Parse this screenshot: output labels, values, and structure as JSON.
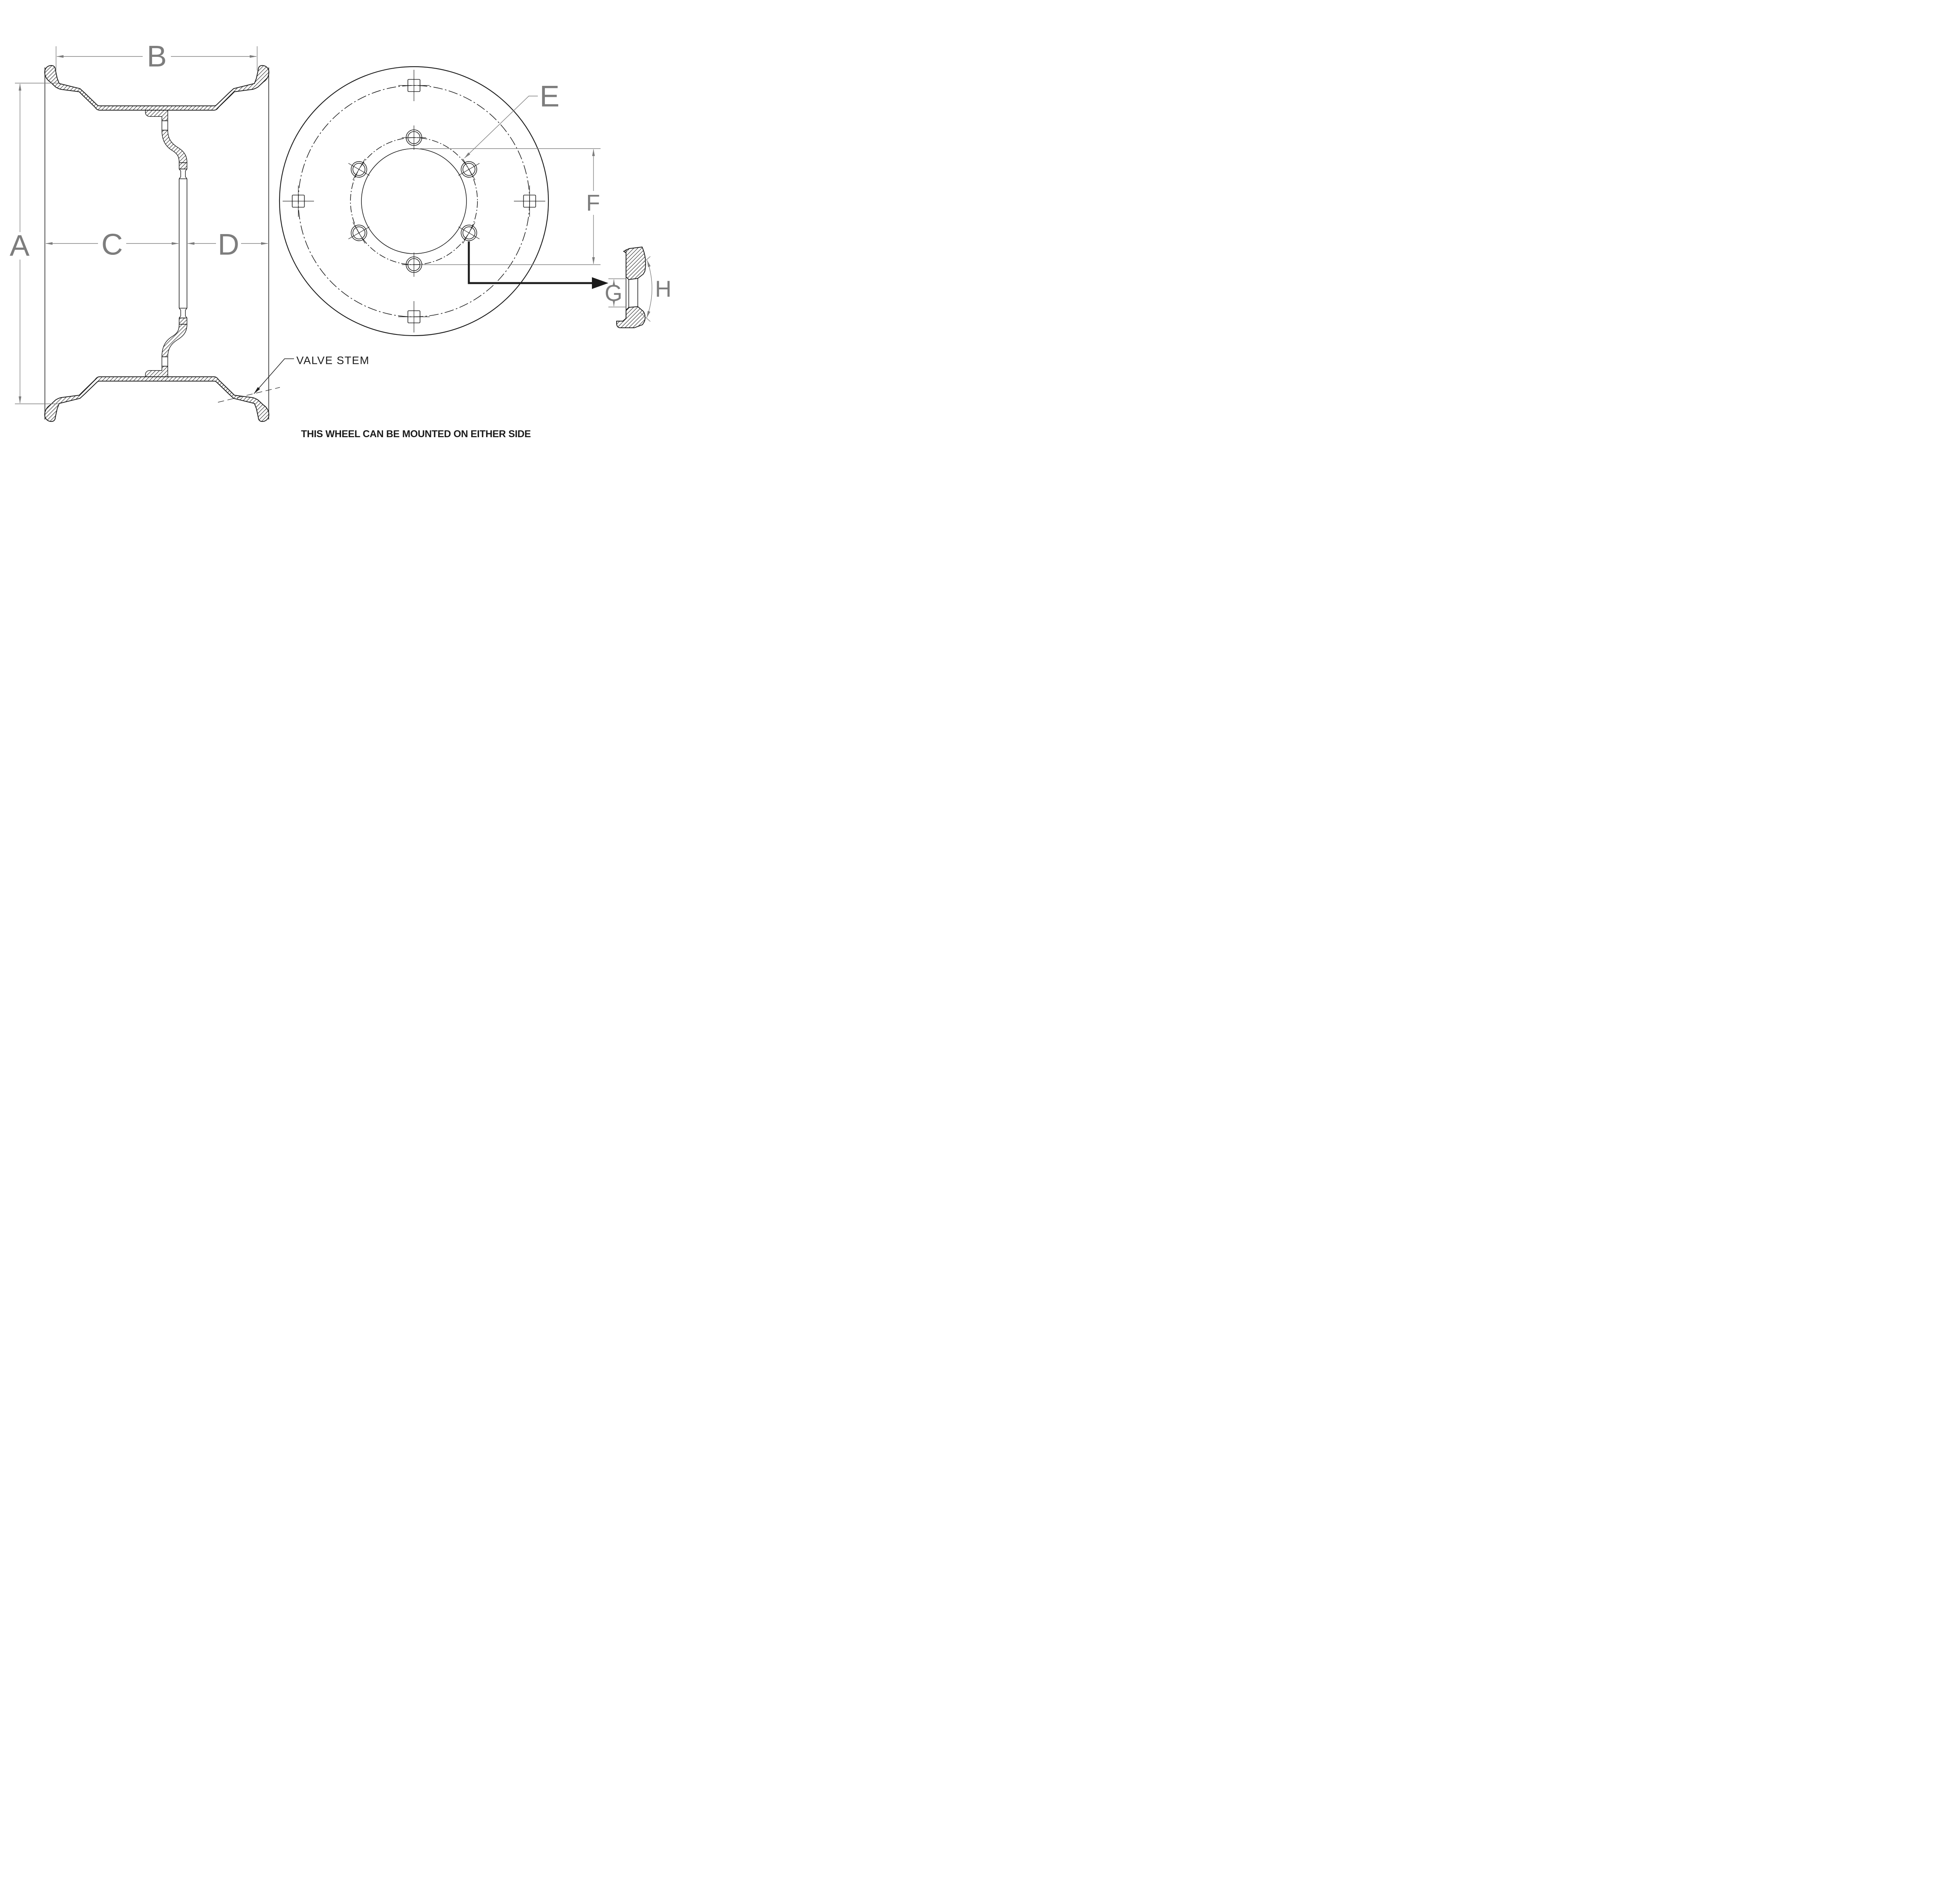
{
  "drawing": {
    "dimension_labels": {
      "a": "A",
      "b": "B",
      "c": "C",
      "d": "D",
      "e": "E",
      "f": "F",
      "g": "G",
      "h": "H"
    },
    "annotations": {
      "valve_stem": "VALVE STEM",
      "footer_note": "THIS WHEEL CAN BE MOUNTED ON EITHER SIDE"
    },
    "colors": {
      "line": "#1b1b1b",
      "dimension": "#7d7d7d",
      "background": "#ffffff"
    }
  }
}
